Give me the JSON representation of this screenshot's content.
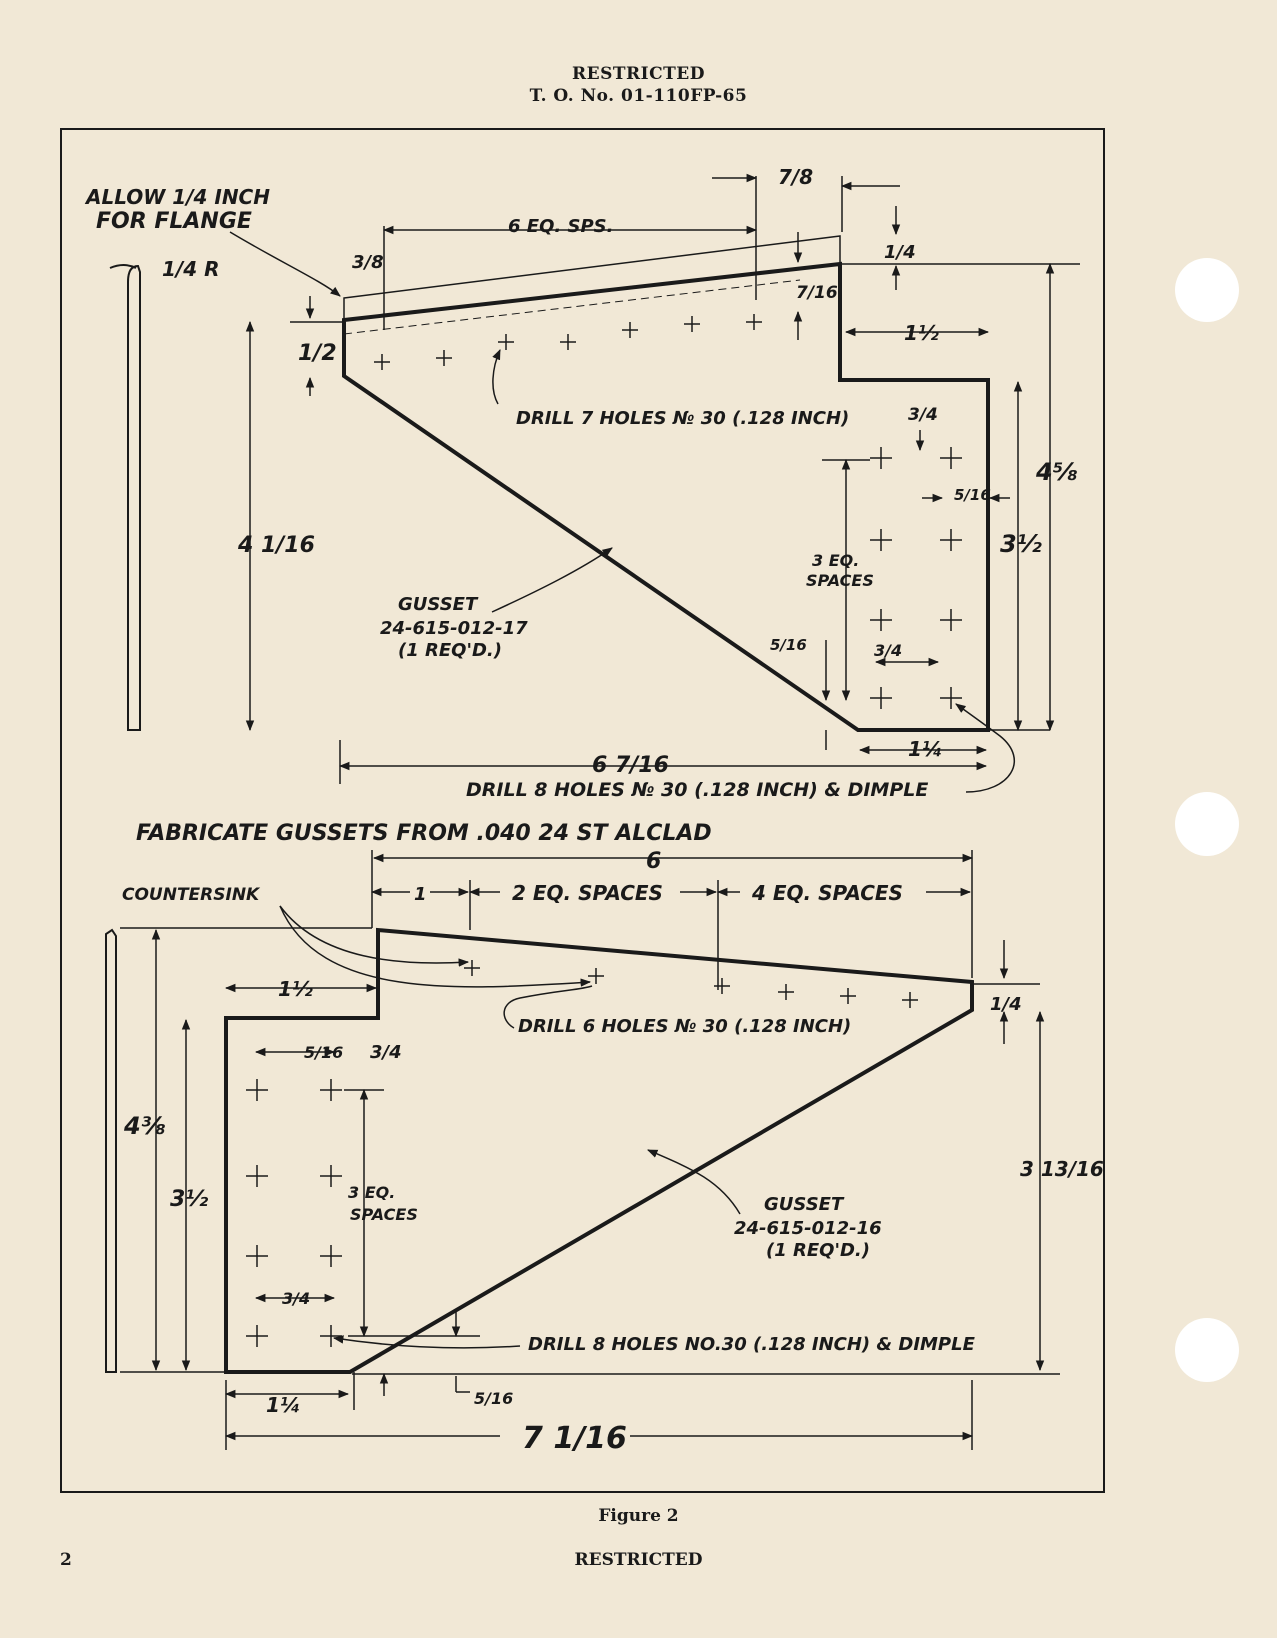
{
  "header": {
    "classification": "RESTRICTED",
    "document": "T. O. No. 01-110FP-65"
  },
  "footer": {
    "page_number": "2",
    "classification": "RESTRICTED"
  },
  "figure": {
    "caption": "Figure 2"
  },
  "upper": {
    "flange_note_1": "ALLOW 1/4 INCH",
    "flange_note_2": "FOR FLANGE",
    "radius": "1/4 R",
    "dim_top_spacing": "6 EQ. SPS.",
    "dim_7_8": "7/8",
    "dim_1_4": "1/4",
    "dim_3_8": "3/8",
    "dim_7_16": "7/16",
    "dim_1_2": "1/2",
    "dim_1_1_2": "1½",
    "drill_top": "DRILL 7 HOLES № 30 (.128 INCH)",
    "dim_3_4": "3/4",
    "dim_4_5_8": "4⅝",
    "dim_5_16_a": "5/16",
    "dim_4_1_16": "4 1/16",
    "dim_3_eq": "3 EQ.",
    "dim_spaces": "SPACES",
    "dim_3_1_2": "3½",
    "part_title": "GUSSET",
    "part_number": "24-615-012-17",
    "part_qty": "(1 REQ'D.)",
    "dim_5_16_b": "5/16",
    "dim_3_4_b": "3/4",
    "dim_6_7_16": "6 7/16",
    "dim_1_1_4": "1¼",
    "drill_bottom": "DRILL 8 HOLES № 30 (.128 INCH) & DIMPLE"
  },
  "material_note": "FABRICATE GUSSETS FROM .040 24 ST ALCLAD",
  "lower": {
    "dim_6": "6",
    "dim_1": "1",
    "dim_2_eq": "2 EQ. SPACES",
    "dim_4_eq": "4 EQ. SPACES",
    "countersink": "COUNTERSINK",
    "dim_1_1_2": "1½",
    "drill_top": "DRILL 6 HOLES № 30 (.128 INCH)",
    "dim_1_4": "1/4",
    "dim_5_16": "5/16",
    "dim_3_4": "3/4",
    "dim_4_3_8": "4⅜",
    "dim_3_1_2": "3½",
    "dim_3_eq": "3 EQ.",
    "dim_spaces": "SPACES",
    "part_title": "GUSSET",
    "part_number": "24-615-012-16",
    "part_qty": "(1 REQ'D.)",
    "dim_3_13_16": "3 13/16",
    "dim_3_4_b": "3/4",
    "drill_bottom": "DRILL 8 HOLES NO.30 (.128 INCH) & DIMPLE",
    "dim_1_1_4": "1¼",
    "dim_5_16_b": "5/16",
    "dim_7_1_16": "7 1/16"
  }
}
